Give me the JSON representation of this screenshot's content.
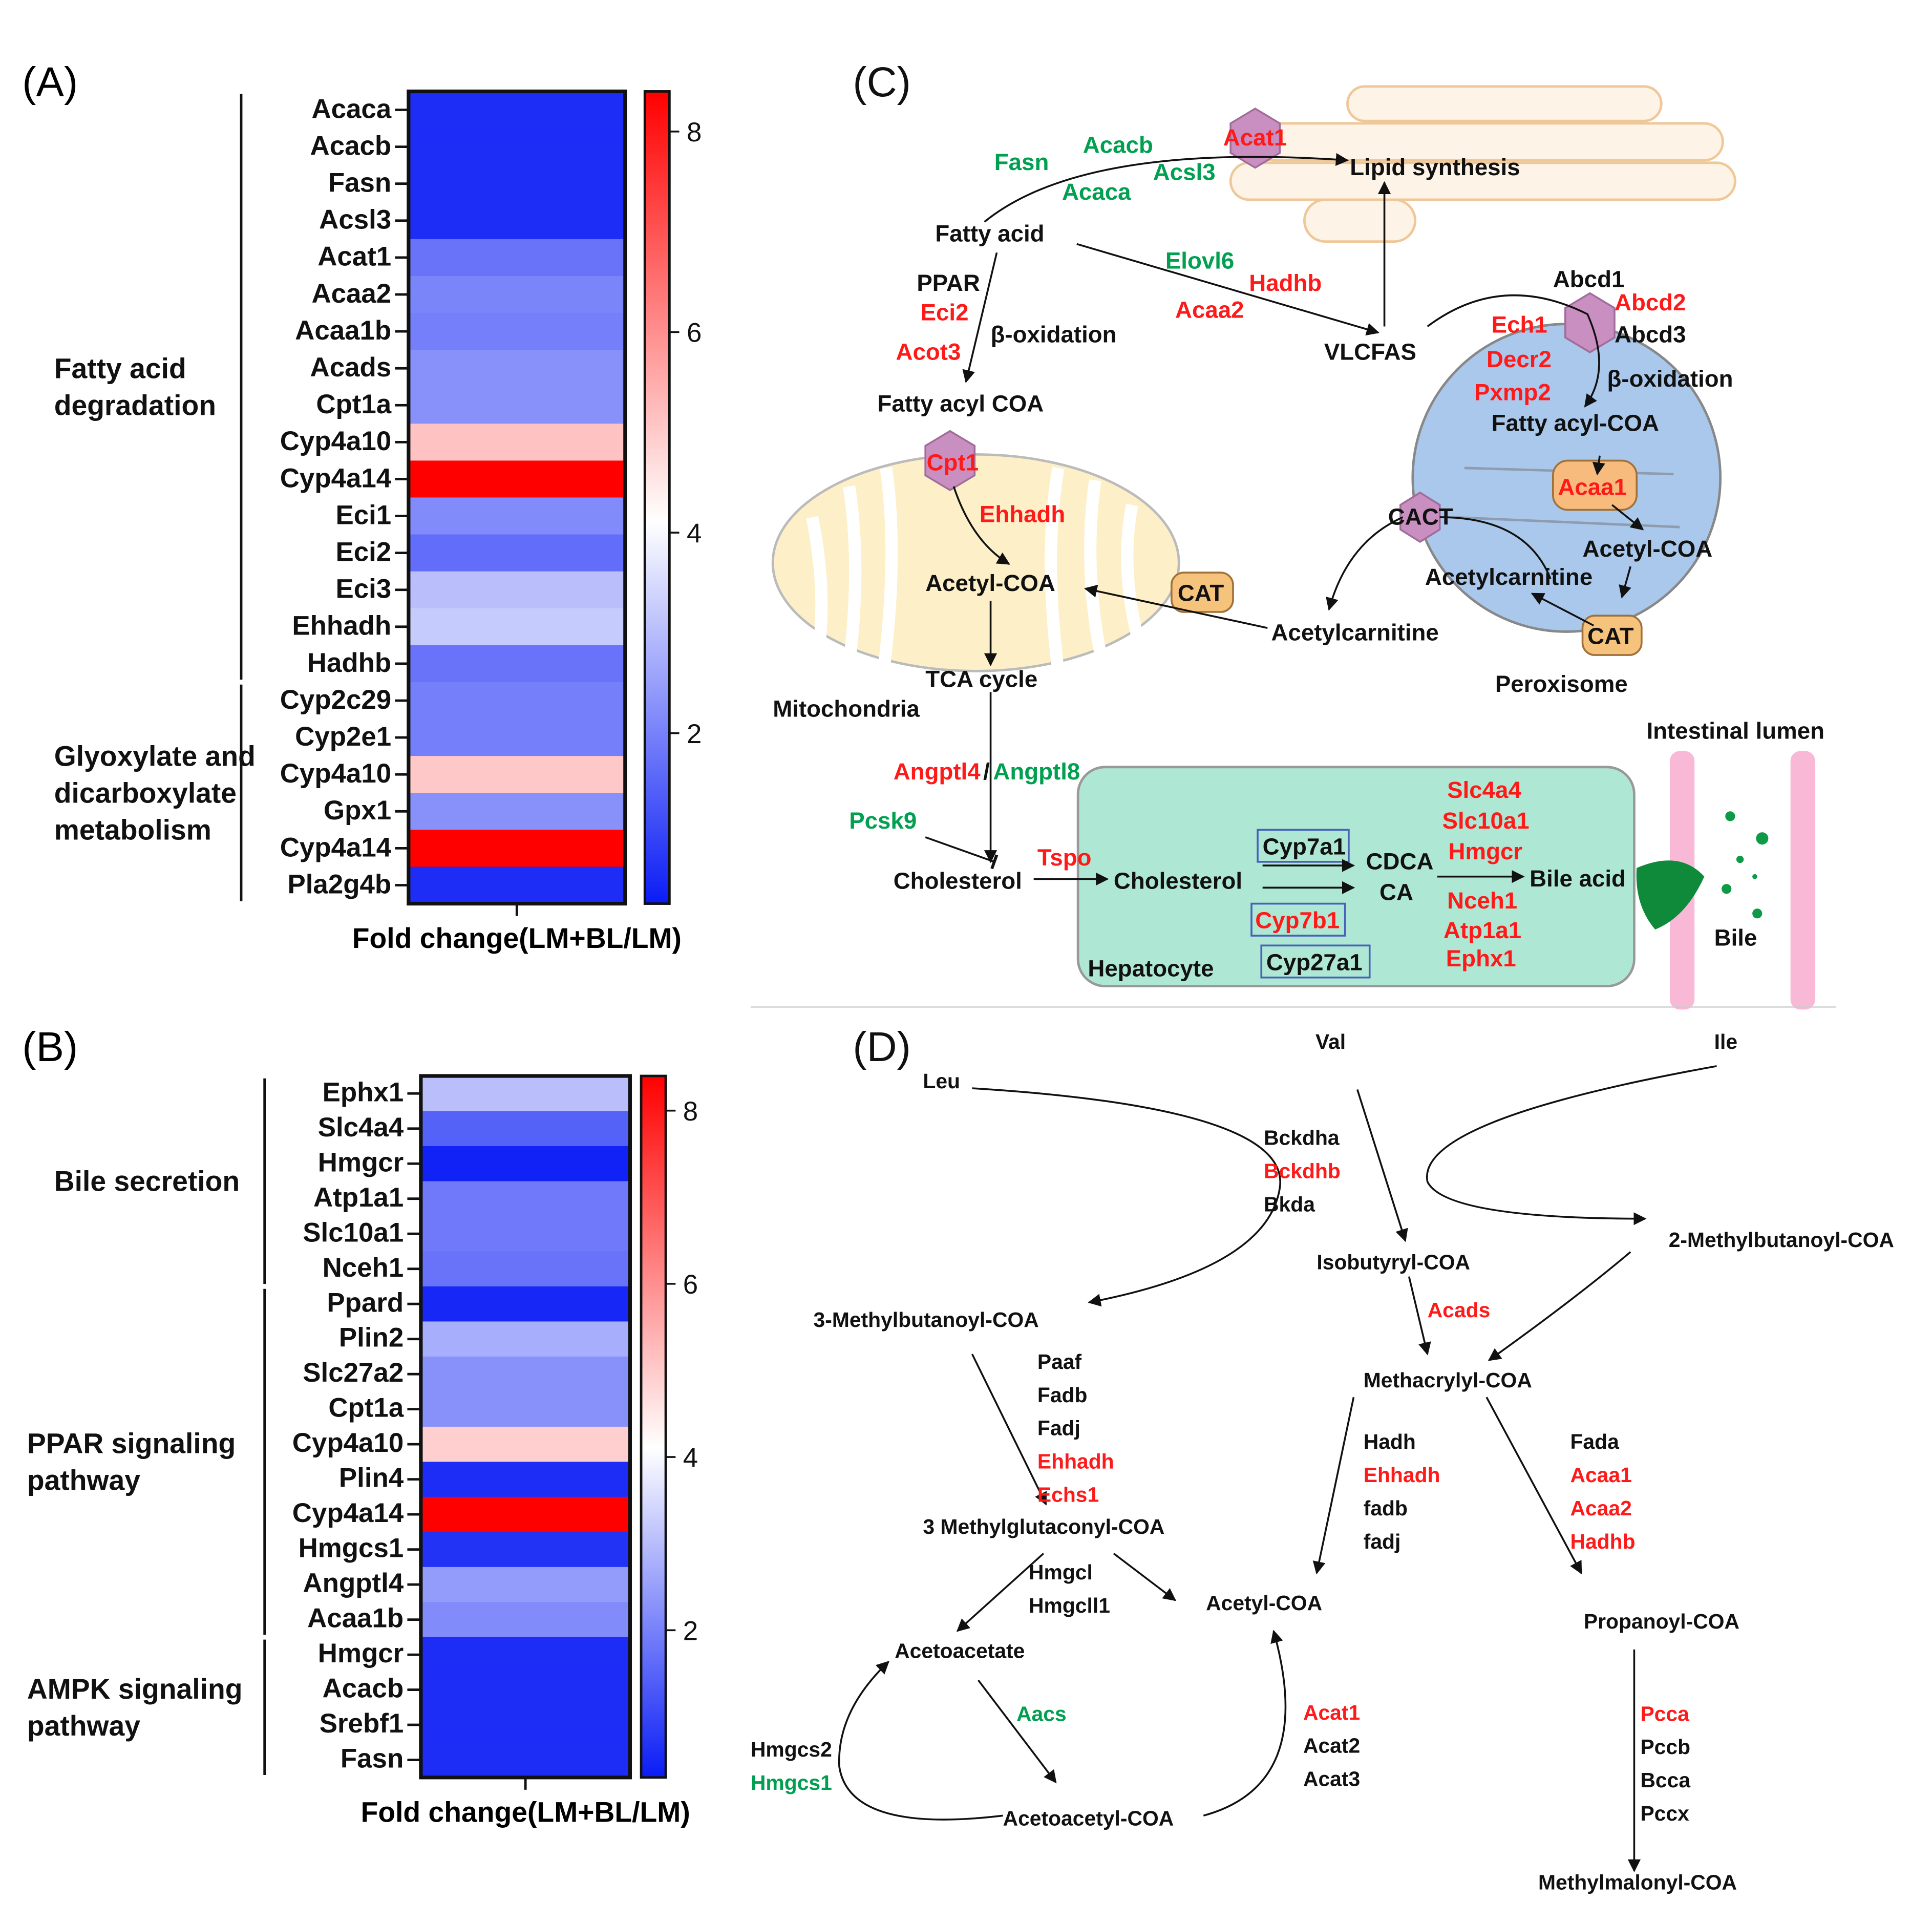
{
  "colors": {
    "red": "#ff1a1a",
    "green": "#00a050",
    "black": "#111111",
    "blue_low": "#0a1cf5",
    "white_mid": "#ffffff",
    "red_high": "#ff0000"
  },
  "panelA": {
    "label": "(A)",
    "groups": [
      "Fatty acid\ndegradation",
      "Glyoxylate and\ndicarboxylate\nmetabolism"
    ],
    "genes": [
      "Acaca",
      "Acacb",
      "Fasn",
      "Acsl3",
      "Acat1",
      "Acaa2",
      "Acaa1b",
      "Acads",
      "Cpt1a",
      "Cyp4a10",
      "Cyp4a14",
      "Eci1",
      "Eci2",
      "Eci3",
      "Ehhadh",
      "Hadhb",
      "Cyp2c29",
      "Cyp2e1",
      "Cyp4a10",
      "Gpx1",
      "Cyp4a14",
      "Pla2g4b"
    ],
    "values": [
      0.6,
      0.6,
      0.6,
      0.6,
      1.8,
      2.1,
      2.0,
      2.3,
      2.3,
      5.2,
      8.4,
      2.2,
      1.7,
      3.1,
      3.3,
      1.8,
      2.0,
      2.0,
      5.1,
      2.3,
      8.4,
      0.6
    ],
    "group_rows": [
      [
        0,
        15
      ],
      [
        16,
        21
      ]
    ],
    "colorbar_ticks": [
      "2",
      "4",
      "6",
      "8"
    ],
    "xlabel": "Fold change(LM+BL/LM)"
  },
  "panelB": {
    "label": "(B)",
    "groups": [
      "Bile secretion",
      "PPAR signaling\npathway",
      "AMPK signaling\npathway"
    ],
    "genes": [
      "Ephx1",
      "Slc4a4",
      "Hmgcr",
      "Atp1a1",
      "Slc10a1",
      "Nceh1",
      "Ppard",
      "Plin2",
      "Slc27a2",
      "Cpt1a",
      "Cyp4a10",
      "Plin4",
      "Cyp4a14",
      "Hmgcs1",
      "Angptl4",
      "Acaa1b",
      "Hmgcr",
      "Acacb",
      "Srebf1",
      "Fasn"
    ],
    "values": [
      3.1,
      1.5,
      0.4,
      1.9,
      1.9,
      1.8,
      0.5,
      2.8,
      2.3,
      2.3,
      5.0,
      0.6,
      8.4,
      0.7,
      2.5,
      2.2,
      0.6,
      0.6,
      0.6,
      0.6
    ],
    "group_rows": [
      [
        0,
        5
      ],
      [
        6,
        15
      ],
      [
        16,
        19
      ]
    ],
    "colorbar_ticks": [
      "2",
      "4",
      "6",
      "8"
    ],
    "xlabel": "Fold change(LM+BL/LM)"
  },
  "panelC": {
    "label": "(C)",
    "texts": {
      "lipid_synthesis": "Lipid synthesis",
      "fatty_acid": "Fatty acid",
      "ppar": "PPAR",
      "beta_ox1": "β-oxidation",
      "fatty_acyl_coa": "Fatty acyl COA",
      "vlcfas": "VLCFAS",
      "abcd1": "Abcd1",
      "abcd3": "Abcd3",
      "beta_ox2": "β-oxidation",
      "fatty_acyl_coa2": "Fatty acyl-COA",
      "cact": "CACT",
      "acetylcarnitine_p": "Acetylcarnitine",
      "acetyl_coa_p": "Acetyl-COA",
      "cat": "CAT",
      "peroxisome": "Peroxisome",
      "acetyl_coa_m": "Acetyl-COA",
      "tca": "TCA cycle",
      "mitochondria": "Mitochondria",
      "acetylcarnitine": "Acetylcarnitine",
      "cholesterol1": "Cholesterol",
      "cholesterol2": "Cholesterol",
      "cdca": "CDCA",
      "ca": "CA",
      "bile_acid": "Bile acid",
      "hepatocyte": "Hepatocyte",
      "intestinal_lumen": "Intestinal lumen",
      "bile": "Bile",
      "cyp7a1": "Cyp7a1",
      "cyp27a1": "Cyp27a1",
      "slash": "/"
    },
    "green_genes": {
      "fasn": "Fasn",
      "acacb": "Acacb",
      "acaca": "Acaca",
      "acsl3": "Acsl3",
      "elovl6": "Elovl6",
      "angptl8": "Angptl8",
      "pcsk9": "Pcsk9"
    },
    "red_genes": {
      "acat1": "Acat1",
      "eci2": "Eci2",
      "acot3": "Acot3",
      "hadhb": "Hadhb",
      "acaa2": "Acaa2",
      "abcd2": "Abcd2",
      "ech1": "Ech1",
      "decr2": "Decr2",
      "pxmp2": "Pxmp2",
      "acaa1": "Acaa1",
      "cpt1": "Cpt1",
      "ehhadh": "Ehhadh",
      "angptl4": "Angptl4",
      "tspo": "Tspo",
      "cyp7b1": "Cyp7b1",
      "slc4a4": "Slc4a4",
      "slc10a1": "Slc10a1",
      "hmgcr": "Hmgcr",
      "nceh1": "Nceh1",
      "atp1a1": "Atp1a1",
      "ephx1": "Ephx1"
    }
  },
  "panelD": {
    "label": "(D)",
    "metabolites": {
      "leu": "Leu",
      "val": "Val",
      "ile": "Ile",
      "isobutyryl": "Isobutyryl-COA",
      "methylbutanoyl2": "2-Methylbutanoyl-COA",
      "methylbutanoyl3": "3-Methylbutanoyl-COA",
      "methacrylyl": "Methacrylyl-COA",
      "methylglutaconyl": "3 Methylglutaconyl-COA",
      "acetyl_coa": "Acetyl-COA",
      "acetoacetate": "Acetoacetate",
      "acetoacetyl": "Acetoacetyl-COA",
      "propanoyl": "Propanoyl-COA",
      "methylmalonyl": "Methylmalonyl-COA"
    },
    "enzymes": {
      "bck": [
        "Bckdha",
        "Bckdhb",
        "Bkda"
      ],
      "acads": [
        "Acads"
      ],
      "paaf": [
        "Paaf",
        "Fadb",
        "Fadj",
        "Ehhadh",
        "Echs1"
      ],
      "hadh": [
        "Hadh",
        "Ehhadh",
        "fadb",
        "fadj"
      ],
      "fada": [
        "Fada",
        "Acaa1",
        "Acaa2",
        "Hadhb"
      ],
      "hmgcl": [
        "Hmgcl",
        "Hmgcll1"
      ],
      "aacs": [
        "Aacs"
      ],
      "hmgcs": [
        "Hmgcs2",
        "Hmgcs1"
      ],
      "acat": [
        "Acat1",
        "Acat2",
        "Acat3"
      ],
      "pcc": [
        "Pcca",
        "Pccb",
        "Bcca",
        "Pccx"
      ]
    }
  }
}
